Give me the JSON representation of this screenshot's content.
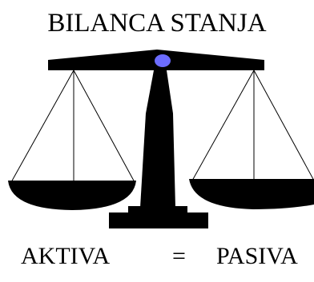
{
  "diagram": {
    "title": "BILANCA STANJA",
    "left_label": "AKTIVA",
    "operator": "=",
    "right_label": "PASIVA",
    "colors": {
      "scale": "#000000",
      "pivot": "#6c6cff",
      "background": "#ffffff"
    }
  }
}
